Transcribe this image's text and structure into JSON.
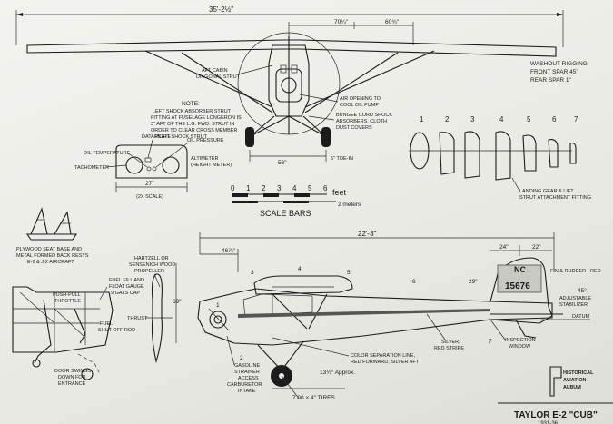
{
  "dimensions": {
    "span": "35'-2½\"",
    "inner_span": "70¼\"",
    "tip_span": "60¾\"",
    "track": "56\"",
    "toe_in": "5\" TOE-IN",
    "panel_width": "27\"",
    "panel_scale": "(2X SCALE)",
    "length": "22'-3\"",
    "prop_offset": "46⅞\"",
    "height": "69\"",
    "tail_chord": "24\"",
    "stab_chord": "22\"",
    "fin_chord": "29\"",
    "rudder_angle": "45°",
    "gear_angle": "13½° Approx."
  },
  "notes": {
    "washout_title": "WASHOUT RIGGING",
    "washout_front": "FRONT SPAR  45'",
    "washout_rear": "REAR SPAR   1\"",
    "aft_cabin": "AFT CABIN",
    "diagonal_strut": "DIAGONAL STRUT",
    "note_title": "NOTE:",
    "note_1": "LEFT SHOCK ABSORBER STRUT",
    "note_2": "FITTING AT FUSELAGE LONGERON IS",
    "note_3": "3\" AFT OF THE L.G. FWD. STRUT IN",
    "note_4": "ORDER TO CLEAR CROSS MEMBER",
    "note_5": "RIGHT SHOCK STRUT",
    "air_1": "AIR OPENING TO",
    "air_2": "COOL OIL PUMP",
    "bungee_1": "BUNGEE CORD SHOCK",
    "bungee_2": "ABSORBERS, CLOTH",
    "bungee_3": "DUST COVERS",
    "data_plate": "DATA PLATE",
    "oil_pressure": "OIL PRESSURE",
    "oil_temp": "OIL TEMPERATURE",
    "tachometer": "TACHOMETER",
    "altimeter_1": "ALTIMETER",
    "altimeter_2": "(HEIGHT METER)",
    "landing_gear_1": "LANDING GEAR & LIFT",
    "landing_gear_2": "STRUT ATTACHMENT FITTING",
    "seat_1": "PLYWOOD SEAT BASE AND",
    "seat_2": "METAL FORMED BACK RESTS",
    "seat_3": "E-2 & J-2 AIRCRAFT",
    "prop_1": "HARTZELL OR",
    "prop_2": "SENSENICH WOOD",
    "prop_3": "PROPELLER",
    "fuel_fill_1": "FUEL FILL AND",
    "fuel_fill_2": "FLOAT GAUGE",
    "fuel_fill_3": "9 GALS CAP",
    "push_pull_1": "PUSH-PULL",
    "push_pull_2": "THROTTLE",
    "fuel_shutoff_1": "FUEL",
    "fuel_shutoff_2": "SHUT OFF ROD",
    "thrust": "THRUST",
    "door_1": "DOOR SWINGS",
    "door_2": "DOWN FOR",
    "door_3": "ENTRANCE",
    "fin_rudder": "FIN & RUDDER - RED",
    "adj_stab_1": "ADJUSTABLE",
    "adj_stab_2": "STABILIZER",
    "datum": "DATUM",
    "silver": "SILVER,",
    "red_stripe": "RED STRIPE",
    "inspection_1": "INSPECTION",
    "inspection_2": "WINDOW",
    "color_sep_1": "COLOR SEPARATION LINE,",
    "color_sep_2": "RED FORWARD, SILVER AFT",
    "gas_1": "GASOLINE",
    "gas_2": "STRAINER",
    "gas_3": "ACCESS",
    "carb_1": "CARBURETOR",
    "carb_2": "INTAKE",
    "tires": "7.00 × 4\" TIRES"
  },
  "scale": {
    "ticks": [
      "0",
      "1",
      "2",
      "3",
      "4",
      "5",
      "6"
    ],
    "feet": "feet",
    "meters": "2 meters",
    "title": "SCALE BARS"
  },
  "section_numbers": [
    "1",
    "2",
    "3",
    "4",
    "5",
    "6",
    "7"
  ],
  "callout_numbers": [
    "1",
    "2",
    "3",
    "4",
    "5",
    "6",
    "7"
  ],
  "registration": {
    "nc": "NC",
    "number": "15676"
  },
  "title_block": {
    "logo_1": "HISTORICAL",
    "logo_2": "AVIATION",
    "logo_3": "ALBUM",
    "title": "TAYLOR E-2 \"CUB\"",
    "years": "1931-36"
  }
}
